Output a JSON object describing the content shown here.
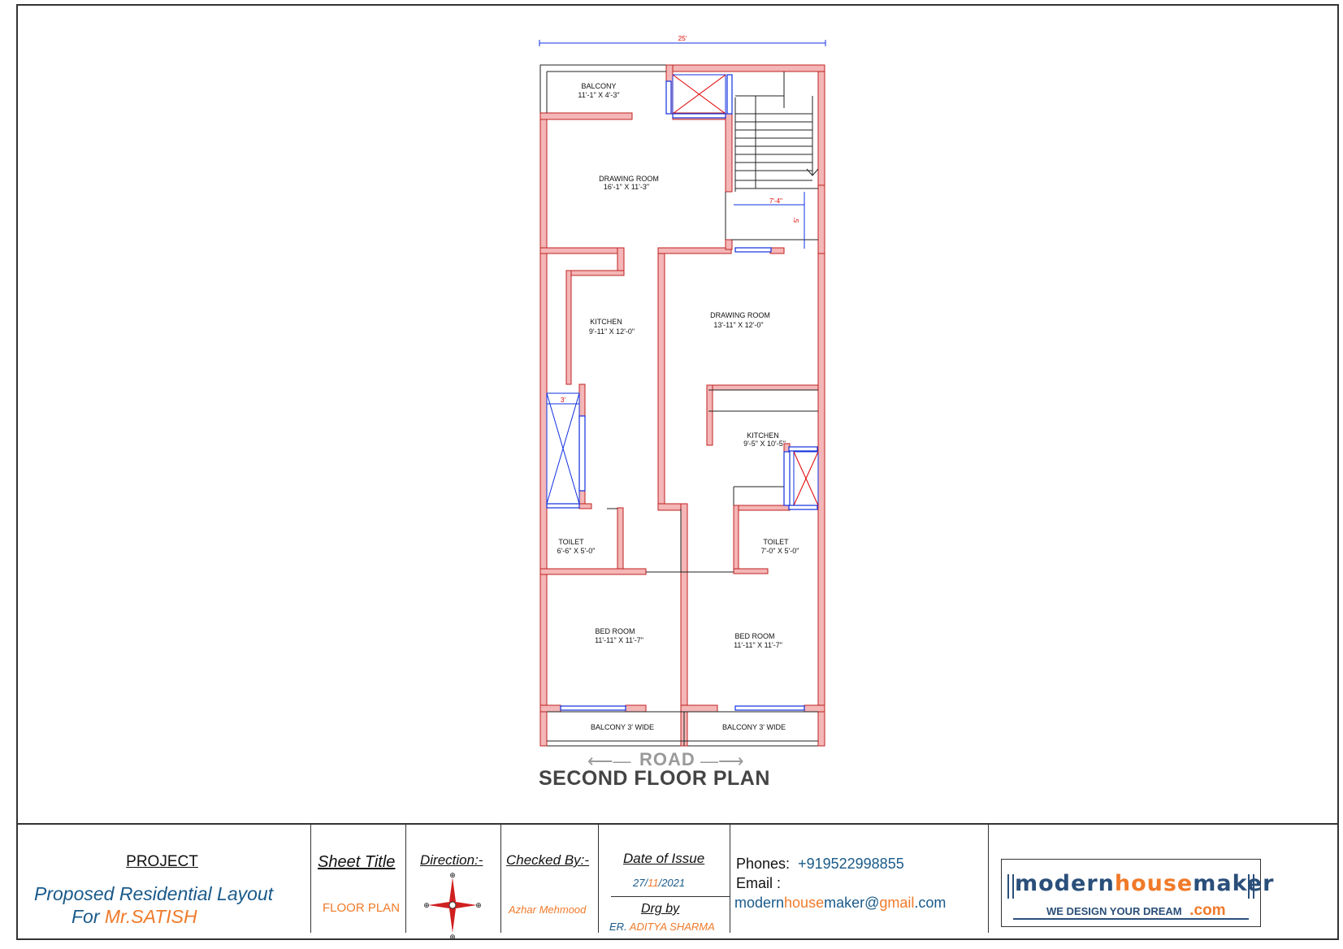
{
  "plan": {
    "overall_width": "25'",
    "stair_width": "7'-4\"",
    "stair_depth": "5'",
    "shaft_width": "3'",
    "rooms": {
      "balcony_top": {
        "name": "BALCONY",
        "size": "11'-1\" X 4'-3\""
      },
      "drawing_room_1": {
        "name": "DRAWING ROOM",
        "size": "16'-1\" X 11'-3\""
      },
      "kitchen_1": {
        "name": "KITCHEN",
        "size": "9'-11\" X 12'-0\""
      },
      "drawing_room_2": {
        "name": "DRAWING ROOM",
        "size": "13'-11\" X 12'-0\""
      },
      "kitchen_2": {
        "name": "KITCHEN",
        "size": "9'-5\" X 10'-5\""
      },
      "toilet_1": {
        "name": "TOILET",
        "size": "6'-6\" X 5'-0\""
      },
      "toilet_2": {
        "name": "TOILET",
        "size": "7'-0\" X 5'-0\""
      },
      "bed_room_1": {
        "name": "BED ROOM",
        "size": "11'-11\" X 11'-7\""
      },
      "bed_room_2": {
        "name": "BED ROOM",
        "size": "11'-11\" X 11'-7\""
      },
      "balcony_bottom_1": {
        "name": "BALCONY 3' WIDE"
      },
      "balcony_bottom_2": {
        "name": "BALCONY 3' WIDE"
      }
    },
    "road_label": "ROAD",
    "title": "SECOND FLOOR PLAN",
    "colors": {
      "wall_fill": "#f4b6b6",
      "wall_stroke": "#c02020",
      "window": "#1030e0",
      "dim_line": "#1030e0",
      "dim_text": "#e00000",
      "shaft_cross": "#e00000"
    }
  },
  "title_block": {
    "project_label": "PROJECT",
    "project_line1": "Proposed Residential Layout",
    "project_line2_prefix": "For ",
    "project_line2_name": "Mr.SATISH",
    "sheet_title_label": "Sheet Title",
    "sheet_title_value": "FLOOR PLAN",
    "direction_label": "Direction:-",
    "compass_icon": "compass-rose-icon",
    "checked_by_label": "Checked By:-",
    "checked_by_value": "Azhar Mehmood",
    "date_label": "Date of Issue",
    "date_day": "27/",
    "date_month": "11",
    "date_year": "/2021",
    "drg_by_label": "Drg by",
    "drg_by_prefix": "ER.",
    "drg_by_name": " ADITYA SHARMA",
    "phones_label": "Phones:",
    "phones_value": "+919522998855",
    "email_label": "Email :",
    "email_part1": "modern",
    "email_part2": "house",
    "email_part3": "maker@",
    "email_part4": "gmail",
    "email_part5": ".com",
    "logo_part1": "modern",
    "logo_part2": "house",
    "logo_part3": "maker",
    "logo_tagline": "WE DESIGN YOUR DREAM",
    "logo_com": ".com"
  }
}
